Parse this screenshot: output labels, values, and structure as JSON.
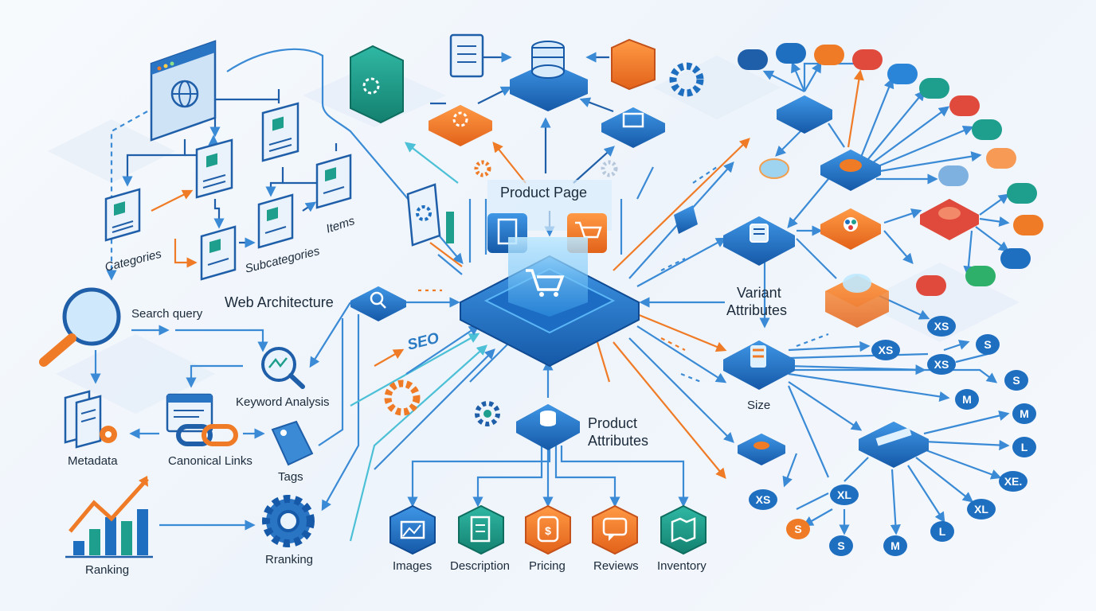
{
  "hierarchy": {
    "categories": "Categories",
    "subcategories": "Subcategories",
    "items": "Items",
    "web_architecture": "Web Architecture"
  },
  "seo": {
    "search_query": "Search query",
    "keyword_analysis": "Keyword Analysis",
    "metadata": "Metadata",
    "canonical_links": "Canonical Links",
    "tags": "Tags",
    "ranking": "Ranking",
    "rranking": "Rranking",
    "seo_tag": "SEO"
  },
  "center": {
    "product_page": "Product Page"
  },
  "product_attributes": {
    "title_line1": "Product",
    "title_line2": "Attributes",
    "items": [
      "Images",
      "Description",
      "Pricing",
      "Reviews",
      "Inventory"
    ]
  },
  "variants": {
    "title_line1": "Variant",
    "title_line2": "Attributes",
    "size": "Size",
    "size_chips": [
      "XS",
      "XS",
      "S",
      "XS",
      "S",
      "M",
      "M",
      "L",
      "XE.",
      "XL",
      "XL",
      "XS",
      "S",
      "S",
      "M",
      "L"
    ]
  },
  "colors": {
    "accent_blue": "#1f6fc0",
    "accent_orange": "#f07b26",
    "teal": "#1e9e8c",
    "line_blue": "#3a8ad6"
  }
}
